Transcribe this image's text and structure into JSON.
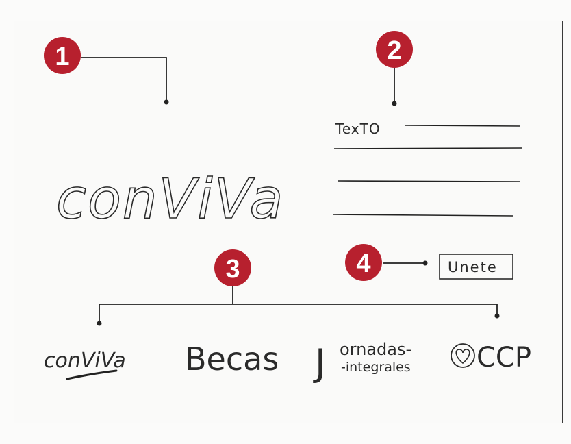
{
  "markers": [
    {
      "id": "1",
      "label": "1"
    },
    {
      "id": "2",
      "label": "2"
    },
    {
      "id": "3",
      "label": "3"
    },
    {
      "id": "4",
      "label": "4"
    }
  ],
  "logo": {
    "text": "conViVa"
  },
  "text_block": {
    "label": "TexTO"
  },
  "join_button": {
    "label": "Unete"
  },
  "nav": {
    "items": [
      {
        "label": "conViVa"
      },
      {
        "label": "Becas"
      },
      {
        "label_line1": "Jornadas-",
        "label_line2": "-integrales",
        "prefix": "J",
        "line1": "ornadas-",
        "line2": "-integrales"
      },
      {
        "label": "CCP"
      }
    ]
  },
  "colors": {
    "marker": "#b7202e",
    "ink": "#2a2a2a",
    "line": "#222222"
  }
}
